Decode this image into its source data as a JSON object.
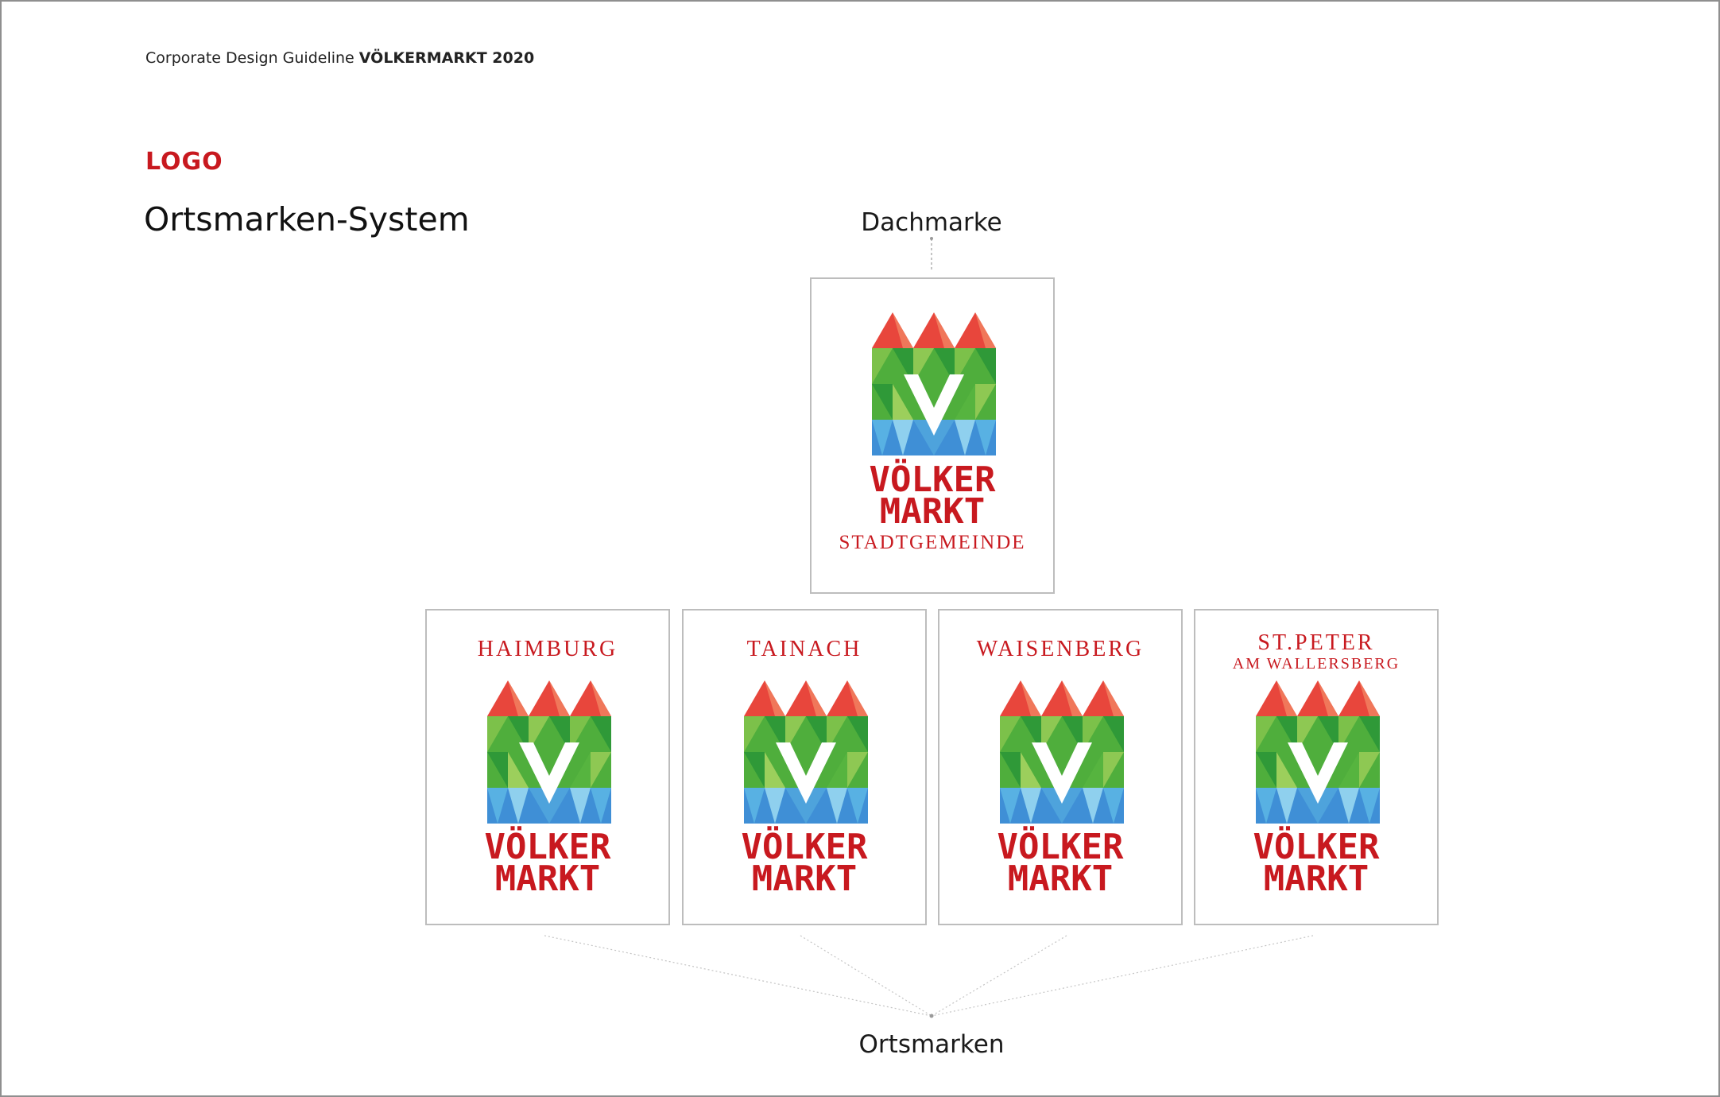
{
  "header": {
    "prefix": "Corporate Design Guideline",
    "suffix": "VÖLKERMARKT 2020"
  },
  "section": {
    "label": "LOGO",
    "title": "Ortsmarken-System"
  },
  "diagram": {
    "top_caption": "Dachmarke",
    "bottom_caption": "Ortsmarken"
  },
  "main_logo": {
    "wordmark_line1": "VÖLKER",
    "wordmark_line2": "MARKT",
    "subtitle": "STADTGEMEINDE"
  },
  "sub_logos": [
    {
      "place": "HAIMBURG",
      "place_sub": "",
      "wordmark_line1": "VÖLKER",
      "wordmark_line2": "MARKT"
    },
    {
      "place": "TAINACH",
      "place_sub": "",
      "wordmark_line1": "VÖLKER",
      "wordmark_line2": "MARKT"
    },
    {
      "place": "WAISENBERG",
      "place_sub": "",
      "wordmark_line1": "VÖLKER",
      "wordmark_line2": "MARKT"
    },
    {
      "place": "ST.PETER",
      "place_sub": "AM WALLERSBERG",
      "wordmark_line1": "VÖLKER",
      "wordmark_line2": "MARKT"
    }
  ],
  "colors": {
    "brand_red": "#c8191f",
    "card_border": "#bdbdbd",
    "connector": "#b0b0b0"
  },
  "icons": {
    "emblem": "castle-v-emblem-icon"
  }
}
